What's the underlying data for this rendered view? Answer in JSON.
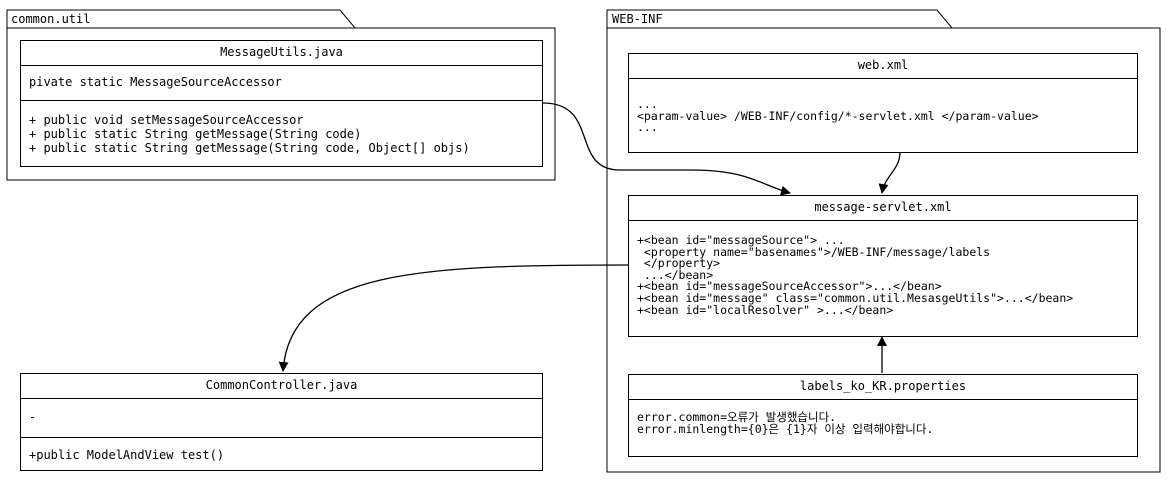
{
  "packages": {
    "common_util": {
      "label": "common.util"
    },
    "web_inf": {
      "label": "WEB-INF"
    }
  },
  "message_utils": {
    "title": "MessageUtils.java",
    "fields": [
      "pivate static MessageSourceAccessor"
    ],
    "methods": [
      "+ public void setMessageSourceAccessor",
      "+ public static String getMessage(String code)",
      "+ public static String getMessage(String code, Object[] objs)"
    ]
  },
  "web_xml": {
    "title": "web.xml",
    "lines": [
      "...",
      "<param-value> /WEB-INF/config/*-servlet.xml </param-value>",
      "..."
    ]
  },
  "message_servlet": {
    "title": "message-servlet.xml",
    "lines": [
      "+<bean id=\"messageSource\"> ...",
      " <property name=\"basenames\">/WEB-INF/message/labels",
      " </property>",
      " ...</bean>",
      "+<bean id=\"messageSourceAccessor\">...</bean>",
      "+<bean id=\"message\" class=\"common.util.MesasgeUtils\">...</bean>",
      "+<bean id=\"localResolver\" >...</bean>"
    ]
  },
  "labels_props": {
    "title": "labels_ko_KR.properties",
    "lines": [
      "error.common=오류가 발생했습니다.",
      "error.minlength={0}은 {1}자 이상 입력해야합니다."
    ]
  },
  "common_controller": {
    "title": "CommonController.java",
    "fields": [
      "-"
    ],
    "methods": [
      "+public ModelAndView test()"
    ]
  }
}
